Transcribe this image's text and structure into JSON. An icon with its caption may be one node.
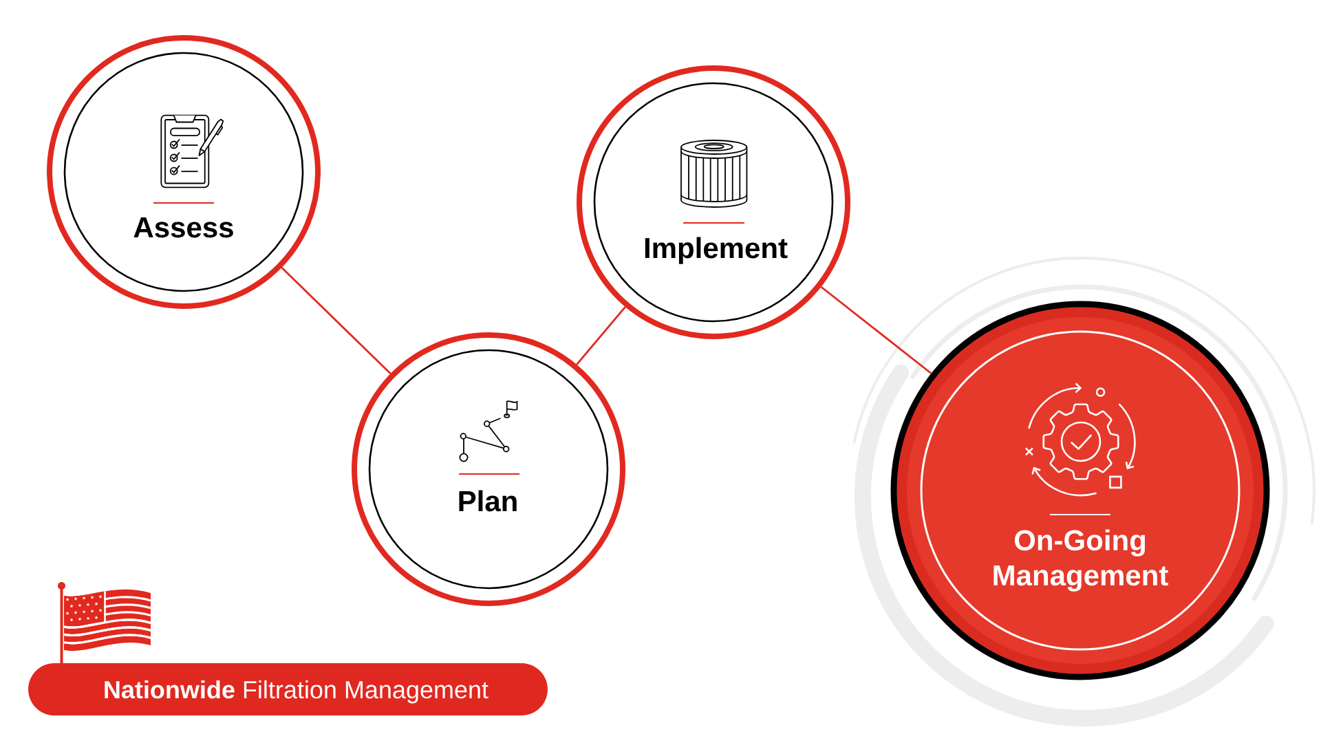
{
  "diagram": {
    "nodes": [
      {
        "text": [
          "Assess"
        ]
      },
      {
        "text": [
          "Plan"
        ]
      },
      {
        "text": [
          "Implement"
        ]
      },
      {
        "text": [
          "On-Going Management"
        ]
      },
      {
        "text": [
          "**Nationwide** Filtration Management"
        ]
      }
    ],
    "edges": [
      {
        "from": 0,
        "to": 1,
        "arrow": "none"
      },
      {
        "from": 1,
        "to": 2,
        "arrow": "none"
      },
      {
        "from": 2,
        "to": 3,
        "arrow": "none"
      }
    ]
  }
}
